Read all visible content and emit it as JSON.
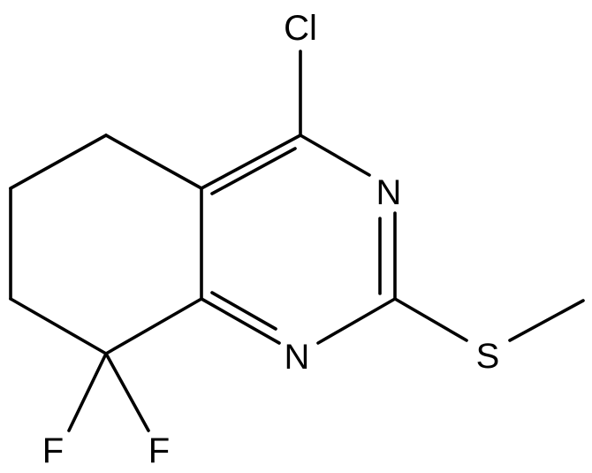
{
  "structure": {
    "atoms": {
      "cl": "Cl",
      "n_top": "N",
      "n_bottom": "N",
      "s": "S",
      "f_left": "F",
      "f_right": "F"
    }
  }
}
